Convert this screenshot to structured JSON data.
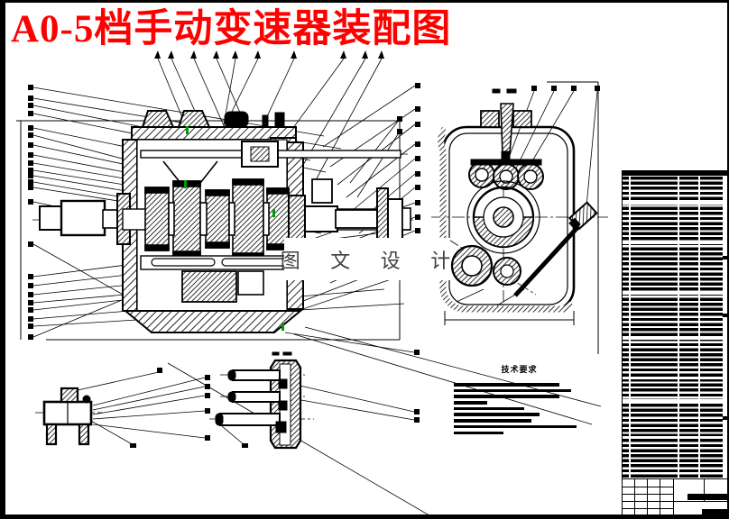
{
  "page": {
    "title": "A0-5档手动变速器装配图",
    "sheet_size": "A0"
  },
  "watermark": {
    "text": "图 文 设 计"
  },
  "tech_requirements": {
    "heading": "技术要求",
    "line_widths": [
      117,
      130,
      117,
      37,
      78,
      95,
      86,
      136,
      55
    ]
  },
  "colors": {
    "title_red": "#ff0000",
    "line_black": "#000000",
    "section_mark_green": "#009900",
    "watermark_gray": "#3f3f3f",
    "paper_white": "#ffffff"
  },
  "views": {
    "main_section_view": "transmission longitudinal cross-section",
    "end_view": "transmission end view with gear train",
    "detail_bottom_left": "mount detail",
    "detail_bottom_middle": "shift rail detail"
  },
  "bom_table": {
    "visible_text_legible": false,
    "approx_row_count": 60
  }
}
